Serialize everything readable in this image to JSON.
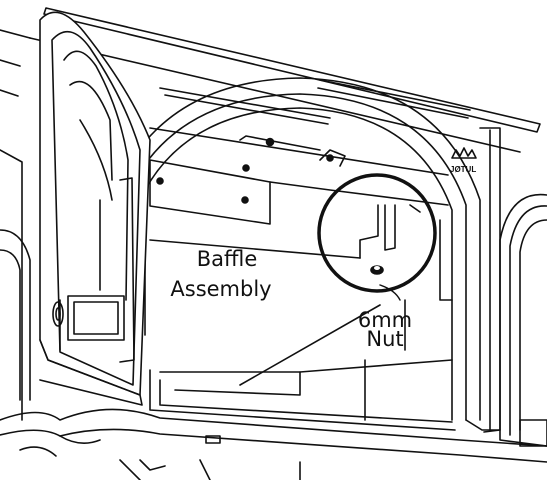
{
  "labels": {
    "baffle_line1": "Baffle",
    "baffle_line2": "Assembly",
    "nut_line1": "6mm",
    "nut_line2": "Nut"
  },
  "logo": {
    "text": "JØTUL",
    "icon": "jotul-crown-logo-icon"
  },
  "colors": {
    "line": "#111111",
    "background": "#ffffff"
  }
}
